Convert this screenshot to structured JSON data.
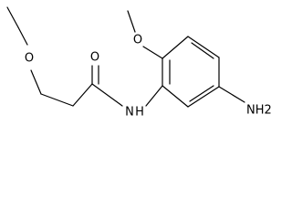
{
  "molecule": {
    "atom_labels": {
      "ether_oxygen": "O",
      "carbonyl_oxygen": "O",
      "methoxy_oxygen": "O",
      "amide_nitrogen": "N",
      "amide_hydrogen": "H",
      "amine_group": "NH2"
    },
    "colors": {
      "bond": "#000000",
      "label": "#000000",
      "background": "#ffffff"
    }
  }
}
